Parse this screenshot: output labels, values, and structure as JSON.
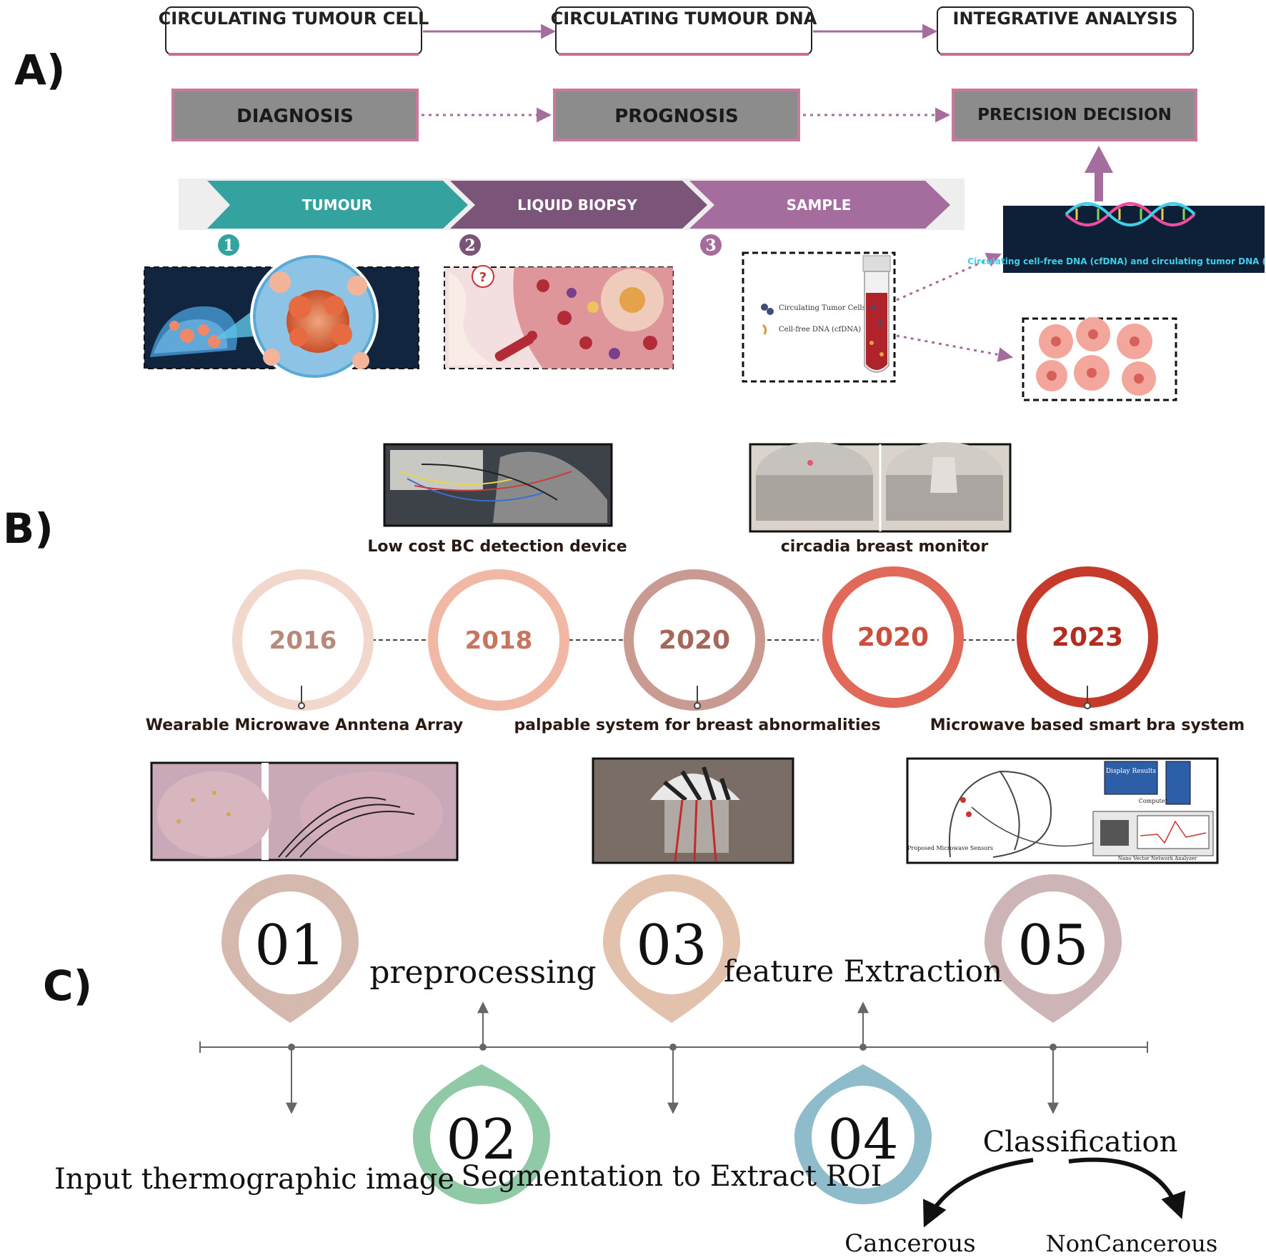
{
  "panelA": {
    "label": "A)",
    "top_boxes": [
      "CIRCULATING TUMOUR CELL",
      "CIRCULATING TUMOUR DNA",
      "INTEGRATIVE ANALYSIS"
    ],
    "grey_boxes": [
      "DIAGNOSIS",
      "PROGNOSIS",
      "PRECISION DECISION"
    ],
    "chevrons": [
      "TUMOUR",
      "LIQUID BIOPSY",
      "SAMPLE"
    ],
    "chevron_colors": [
      "#34a3a0",
      "#7a5579",
      "#a46d9e"
    ],
    "step_numbers": [
      "1",
      "2",
      "3"
    ],
    "tube_legend": [
      "Circulating Tumor Cells",
      "Cell-free DNA (cfDNA)"
    ],
    "dna_caption": "Circulating cell-free DNA (cfDNA) and circulating tumor DNA (ctDNA)"
  },
  "panelB": {
    "label": "B)",
    "years": [
      {
        "year": "2016",
        "color": "#f2d7cc",
        "text_color": "#b8897a"
      },
      {
        "year": "2018",
        "color": "#f1b8a6",
        "text_color": "#c8745e"
      },
      {
        "year": "2020",
        "color": "#c89a92",
        "text_color": "#a6675b"
      },
      {
        "year": "2020",
        "color": "#e0695a",
        "text_color": "#c9503f"
      },
      {
        "year": "2023",
        "color": "#c53a2b",
        "text_color": "#b02d20"
      }
    ],
    "top_labels": [
      "Low cost BC detection device",
      "circadia breast monitor"
    ],
    "bottom_labels": [
      "Wearable Microwave Anntena Array",
      "palpable system for breast abnormalities",
      "Microwave based smart bra system"
    ],
    "diagram_texts": [
      "Display Results",
      "Computer",
      "Proposed Microwave Sensors",
      "Nano Vector Network Analyzer"
    ]
  },
  "panelC": {
    "label": "C)",
    "pins_top": [
      {
        "num": "01",
        "color": "#d6b9ae"
      },
      {
        "num": "03",
        "color": "#e3c2ad"
      },
      {
        "num": "05",
        "color": "#cdb4b6"
      }
    ],
    "pins_bottom": [
      {
        "num": "02",
        "color": "#8fc9a6"
      },
      {
        "num": "04",
        "color": "#8fbccb"
      }
    ],
    "labels": {
      "preprocessing": "preprocessing",
      "feature": "feature Extraction",
      "input": "Input thermographic image",
      "segmentation": "Segmentation to Extract ROI",
      "classification": "Classification",
      "cancerous": "Cancerous",
      "noncancerous": "NonCancerous"
    }
  }
}
